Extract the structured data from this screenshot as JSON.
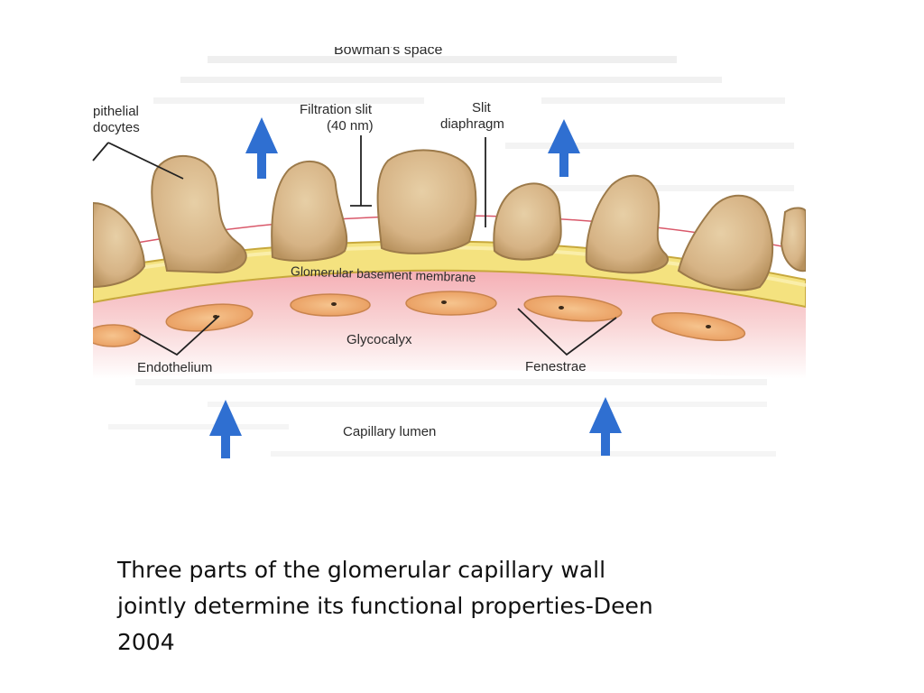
{
  "diagram": {
    "labels": {
      "bowmans_space": "Bowman's space",
      "epithelial_line1": "pithelial",
      "epithelial_line2": "docytes",
      "filtration_slit_line1": "Filtration slit",
      "filtration_slit_line2": "(40 nm)",
      "slit_diaphragm_line1": "Slit",
      "slit_diaphragm_line2": "diaphragm",
      "gbm": "Glomerular basement membrane",
      "glycocalyx": "Glycocalyx",
      "endothelium": "Endothelium",
      "fenestrae": "Fenestrae",
      "capillary_lumen": "Capillary lumen"
    },
    "colors": {
      "podocyte": "#d8b88c",
      "podocyte_dark": "#a98655",
      "gbm_yellow": "#f2e07a",
      "gbm_edge": "#c9a93a",
      "glycocalyx_pink": "#f6c3c3",
      "endothelial_cell": "#f0b07a",
      "arrow_blue": "#2e6fcf"
    }
  },
  "caption": {
    "line1": "Three parts of the glomerular capillary wall",
    "line2": "jointly determine its functional properties-Deen",
    "line3": "2004"
  }
}
